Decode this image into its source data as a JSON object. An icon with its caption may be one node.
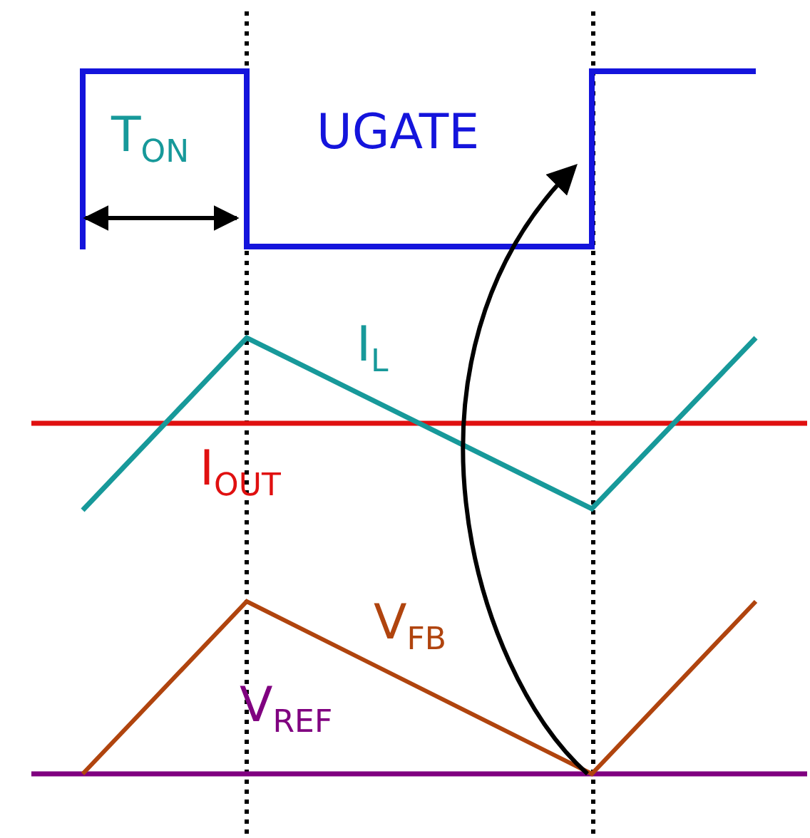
{
  "diagram": {
    "labels": [
      "T$_{ON}$",
      "UGATE",
      "I$_{L}$",
      "I$_{OUT}$",
      "V$_{FB}$",
      "V$_{REF}$"
    ]
  }
}
